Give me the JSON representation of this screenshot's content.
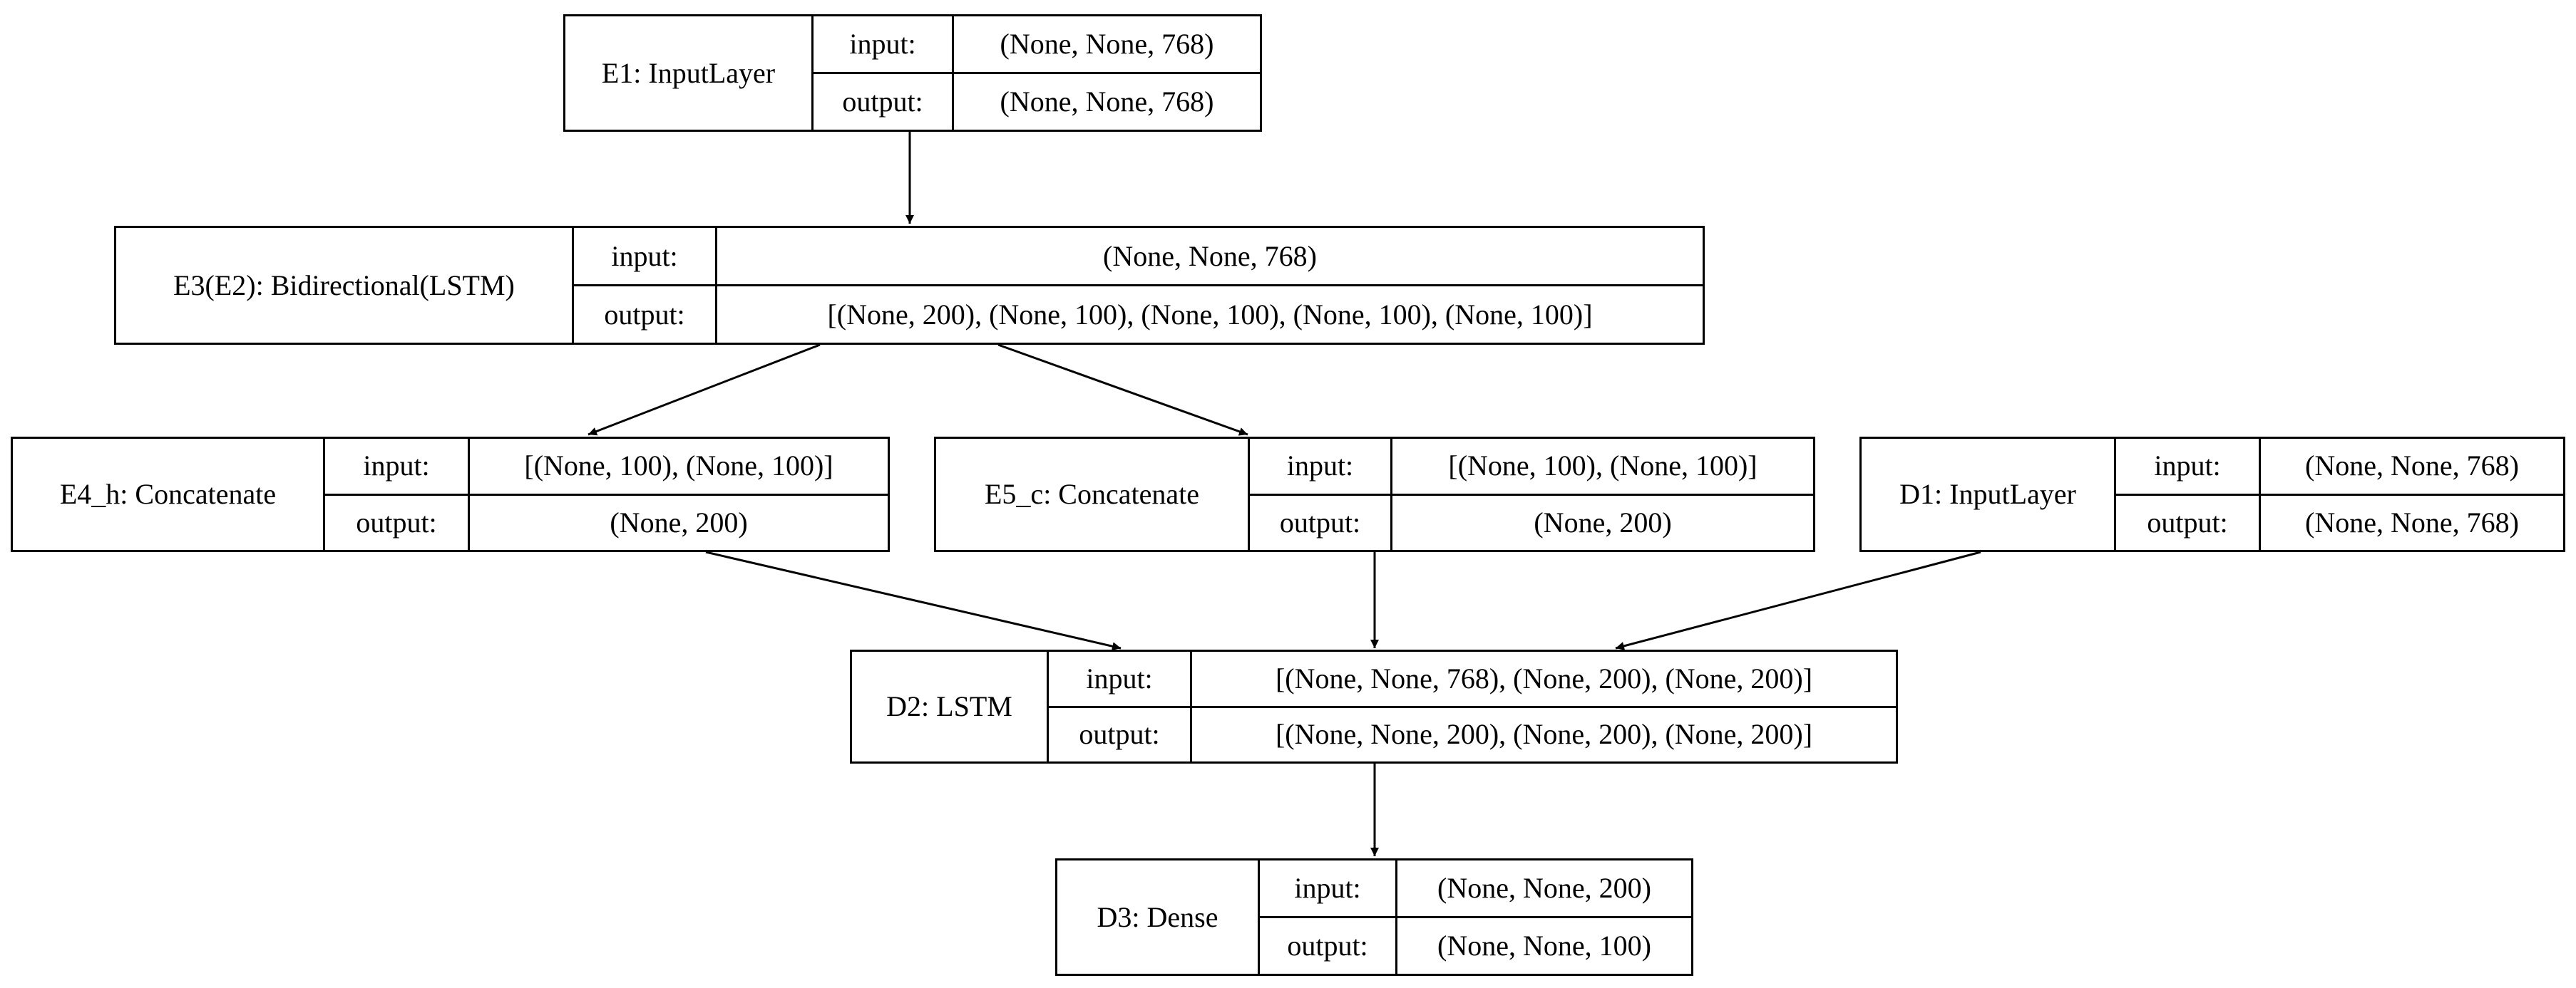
{
  "diagram": {
    "nodes": {
      "e1": {
        "name": "E1: InputLayer",
        "input_label": "input:",
        "input_value": "(None, None, 768)",
        "output_label": "output:",
        "output_value": "(None, None, 768)"
      },
      "e3": {
        "name": "E3(E2): Bidirectional(LSTM)",
        "input_label": "input:",
        "input_value": "(None, None, 768)",
        "output_label": "output:",
        "output_value": "[(None, 200), (None, 100), (None, 100), (None, 100), (None, 100)]"
      },
      "e4": {
        "name": "E4_h: Concatenate",
        "input_label": "input:",
        "input_value": "[(None, 100), (None, 100)]",
        "output_label": "output:",
        "output_value": "(None, 200)"
      },
      "e5": {
        "name": "E5_c: Concatenate",
        "input_label": "input:",
        "input_value": "[(None, 100), (None, 100)]",
        "output_label": "output:",
        "output_value": "(None, 200)"
      },
      "d1": {
        "name": "D1: InputLayer",
        "input_label": "input:",
        "input_value": "(None, None, 768)",
        "output_label": "output:",
        "output_value": "(None, None, 768)"
      },
      "d2": {
        "name": "D2: LSTM",
        "input_label": "input:",
        "input_value": "[(None, None, 768), (None, 200), (None, 200)]",
        "output_label": "output:",
        "output_value": "[(None, None, 200), (None, 200), (None, 200)]"
      },
      "d3": {
        "name": "D3: Dense",
        "input_label": "input:",
        "input_value": "(None, None, 200)",
        "output_label": "output:",
        "output_value": "(None, None, 100)"
      }
    },
    "edges": [
      {
        "from": "e1",
        "to": "e3"
      },
      {
        "from": "e3",
        "to": "e4"
      },
      {
        "from": "e3",
        "to": "e5"
      },
      {
        "from": "e4",
        "to": "d2"
      },
      {
        "from": "e5",
        "to": "d2"
      },
      {
        "from": "d1",
        "to": "d2"
      },
      {
        "from": "d2",
        "to": "d3"
      }
    ]
  }
}
